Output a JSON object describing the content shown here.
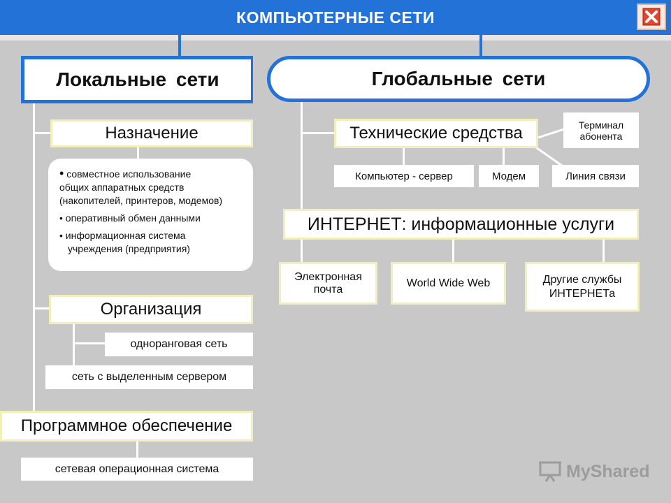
{
  "header": {
    "title": "КОМПЬЮТЕРНЫЕ СЕТИ",
    "close_icon": "close-icon"
  },
  "local": {
    "title": "Локальные  сети",
    "purpose": {
      "title": "Назначение",
      "items": [
        {
          "bullet": "•",
          "line1": " совместное   использование",
          "line2": "общих  аппаратных средств",
          "line3": "(накопителей, принтеров, модемов)"
        },
        {
          "bullet": "•",
          "line1": " оперативный обмен данными"
        },
        {
          "bullet": "•",
          "line1": " информационная система",
          "line2": "учреждения (предприятия)"
        }
      ]
    },
    "organization": {
      "title": "Организация",
      "peer": "одноранговая сеть",
      "dedicated": "сеть  с  выделенным сервером"
    },
    "software": {
      "title": "Программное  обеспечение",
      "os": "сетевая операционная система"
    }
  },
  "global": {
    "title": "Глобальные  сети",
    "hardware": {
      "title": "Технические  средства",
      "terminal_line1": "Терминал",
      "terminal_line2": "абонента",
      "server": "Компьютер - сервер",
      "modem": "Модем",
      "link": "Линия  связи"
    },
    "internet": {
      "title": "ИНТЕРНЕТ: информационные  услуги",
      "email_line1": "Электронная",
      "email_line2": "почта",
      "www": "World Wide Web",
      "other_line1": "Другие службы",
      "other_line2": "ИНТЕРНЕТа"
    }
  },
  "watermark": {
    "text": "MyShared",
    "icon": "presentation-icon"
  }
}
